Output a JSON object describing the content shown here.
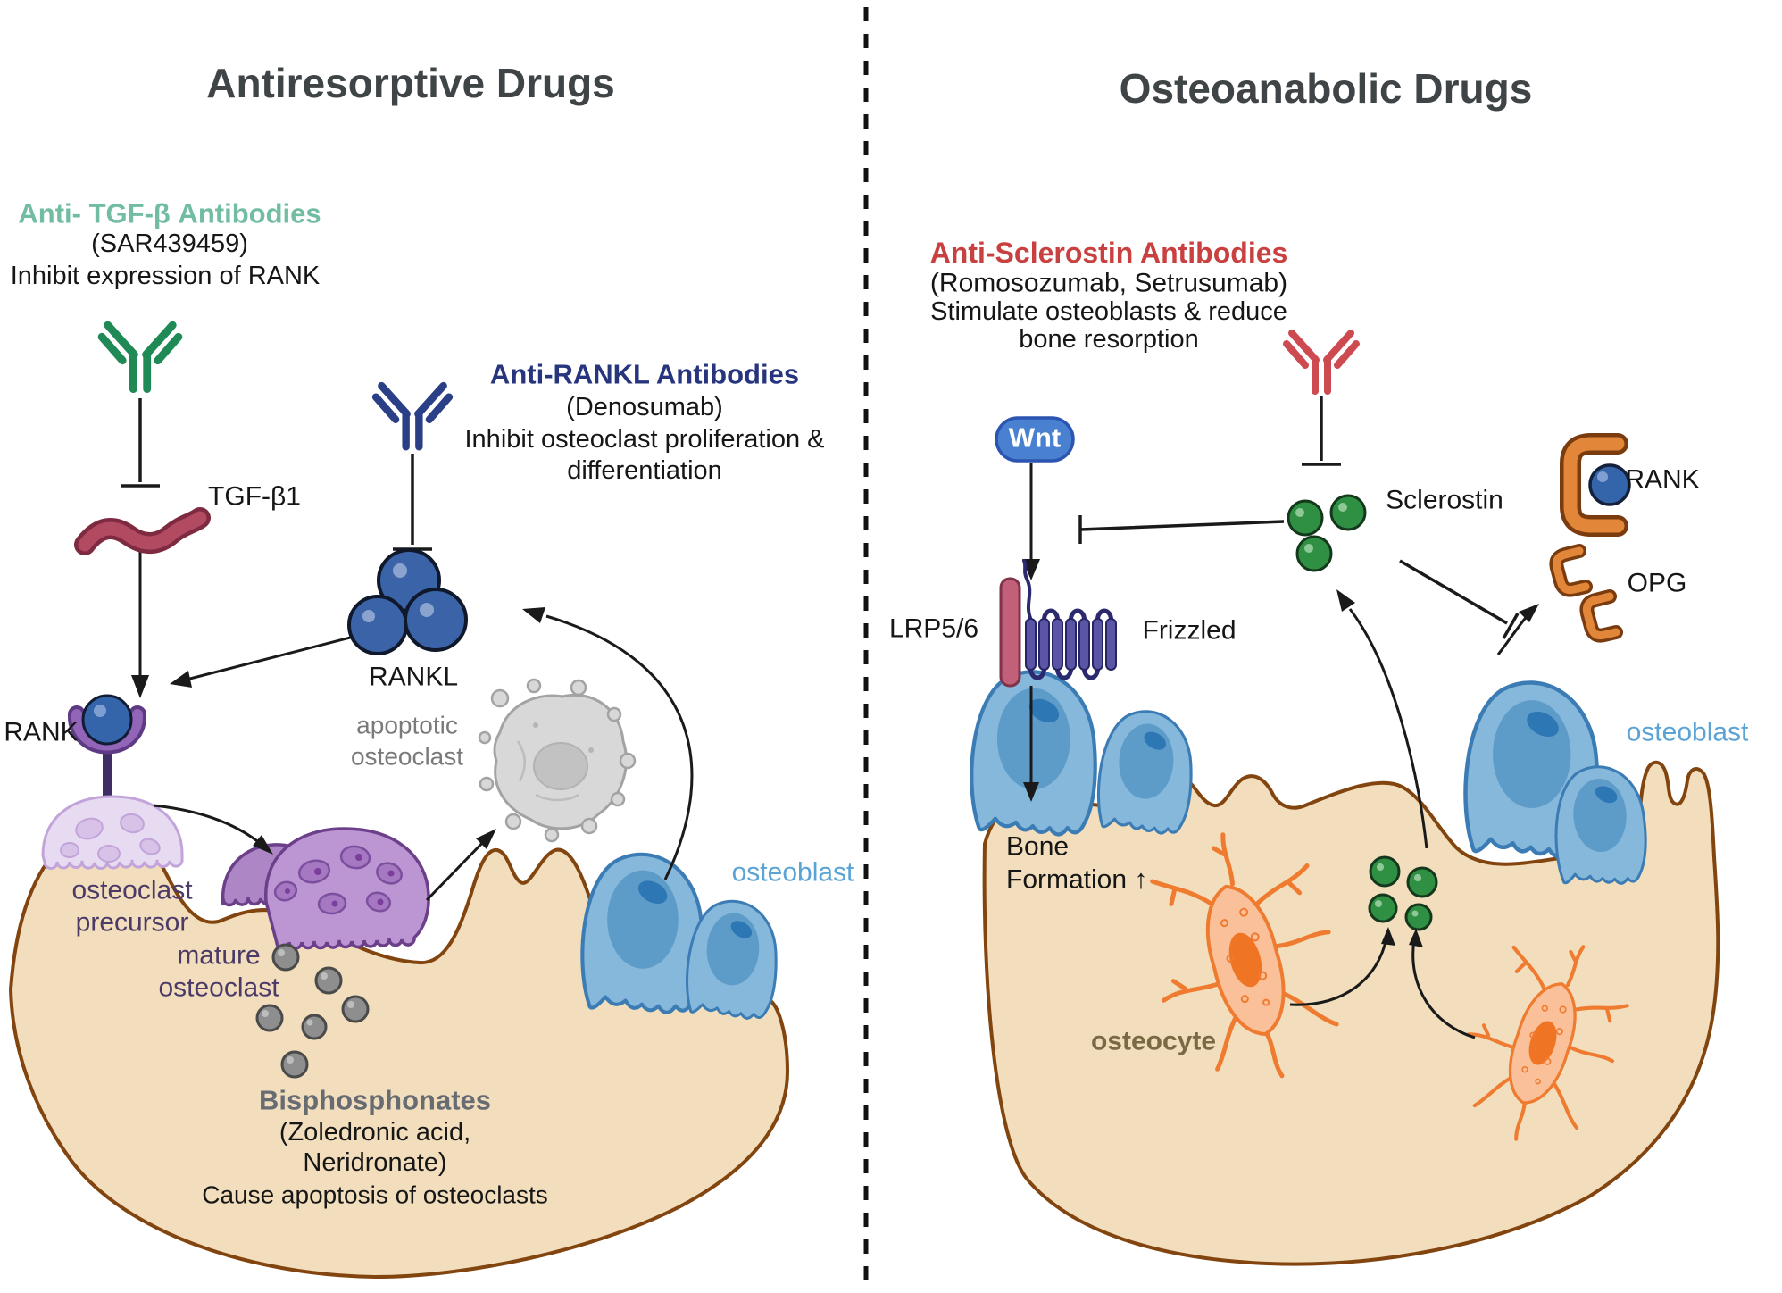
{
  "colors": {
    "title_gray": "#3f4447",
    "green_heading": "#72bda1",
    "navy_heading": "#27357e",
    "red_heading": "#c94040",
    "bisphosphonate_gray": "#676c73",
    "purple_label": "#4b3a68",
    "blue_label": "#5ba3d4",
    "brown_label": "#7a6a43",
    "bone_fill": "#f2debc",
    "bone_outline": "#82450f",
    "green_antibody": "#1f8a55",
    "navy_antibody": "#2b3f87",
    "red_antibody": "#cd4a50",
    "rankl_sphere": "#3b63a8",
    "sclerostin_sphere": "#2f8f43",
    "orange_receptor": "#e2863a",
    "osteocyte_orange": "#ef7b30",
    "osteoblast_blue": "#86b8dc",
    "mature_osteoclast_purple": "#bb96d2",
    "precursor_lavender": "#e7dbf2",
    "wnt_pill": "#4a80d0"
  },
  "left": {
    "title": "Antiresorptive Drugs",
    "tgf": {
      "heading": "Anti- TGF-β Antibodies",
      "drug": "(SAR439459)",
      "action": "Inhibit expression of RANK"
    },
    "rankl_ab": {
      "heading": "Anti-RANKL Antibodies",
      "drug": "(Denosumab)",
      "action1": "Inhibit osteoclast proliferation &",
      "action2": "differentiation"
    },
    "bisphosphonates": {
      "heading": "Bisphosphonates",
      "drug1": "(Zoledronic acid,",
      "drug2": "Neridronate)",
      "action": "Cause apoptosis of osteoclasts"
    },
    "labels": {
      "tgfb1": "TGF-β1",
      "rank": "RANK",
      "rankl": "RANKL",
      "apoptotic1": "apoptotic",
      "apoptotic2": "osteoclast",
      "precursor1": "osteoclast",
      "precursor2": "precursor",
      "mature1": "mature",
      "mature2": "osteoclast",
      "osteoblast": "osteoblast"
    }
  },
  "right": {
    "title": "Osteoanabolic Drugs",
    "scl_ab": {
      "heading": "Anti-Sclerostin Antibodies",
      "drug": "(Romosozumab, Setrusumab)",
      "action1": "Stimulate osteoblasts & reduce",
      "action2": "bone resorption"
    },
    "labels": {
      "wnt": "Wnt",
      "lrp": "LRP5/6",
      "frizzled": "Frizzled",
      "sclerostin": "Sclerostin",
      "rank": "RANK",
      "opg": "OPG",
      "bone1": "Bone",
      "bone2": "Formation ↑",
      "osteocyte": "osteocyte",
      "osteoblast": "osteoblast"
    }
  }
}
